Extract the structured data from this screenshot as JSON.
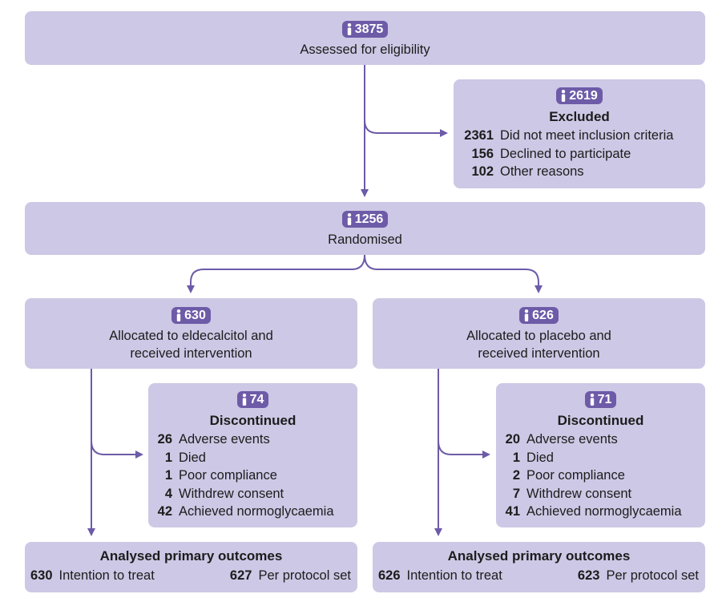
{
  "assessed": {
    "count": "3875",
    "label": "Assessed for eligibility"
  },
  "excluded": {
    "count": "2619",
    "title": "Excluded",
    "items": [
      {
        "num": "2361",
        "text": "Did not meet inclusion criteria"
      },
      {
        "num": "156",
        "text": "Declined to participate"
      },
      {
        "num": "102",
        "text": "Other reasons"
      }
    ]
  },
  "randomised": {
    "count": "1256",
    "label": "Randomised"
  },
  "arms": [
    {
      "count": "630",
      "label_line1": "Allocated to eldecalcitol and",
      "label_line2": "received intervention",
      "discontinued": {
        "count": "74",
        "title": "Discontinued",
        "items": [
          {
            "num": "26",
            "text": "Adverse events"
          },
          {
            "num": "1",
            "text": "Died"
          },
          {
            "num": "1",
            "text": "Poor compliance"
          },
          {
            "num": "4",
            "text": "Withdrew consent"
          },
          {
            "num": "42",
            "text": "Achieved normoglycaemia"
          }
        ]
      },
      "analysed": {
        "title": "Analysed primary outcomes",
        "itt_num": "630",
        "itt_label": "Intention to treat",
        "pp_num": "627",
        "pp_label": "Per protocol set"
      }
    },
    {
      "count": "626",
      "label_line1": "Allocated to placebo and",
      "label_line2": "received intervention",
      "discontinued": {
        "count": "71",
        "title": "Discontinued",
        "items": [
          {
            "num": "20",
            "text": "Adverse events"
          },
          {
            "num": "1",
            "text": "Died"
          },
          {
            "num": "2",
            "text": "Poor compliance"
          },
          {
            "num": "7",
            "text": "Withdrew consent"
          },
          {
            "num": "41",
            "text": "Achieved normoglycaemia"
          }
        ]
      },
      "analysed": {
        "title": "Analysed primary outcomes",
        "itt_num": "626",
        "itt_label": "Intention to treat",
        "pp_num": "623",
        "pp_label": "Per protocol set"
      }
    }
  ],
  "colors": {
    "box": "#cdc8e5",
    "badge": "#6d5ba8",
    "line": "#6d5ba8"
  },
  "icon": "person-icon"
}
